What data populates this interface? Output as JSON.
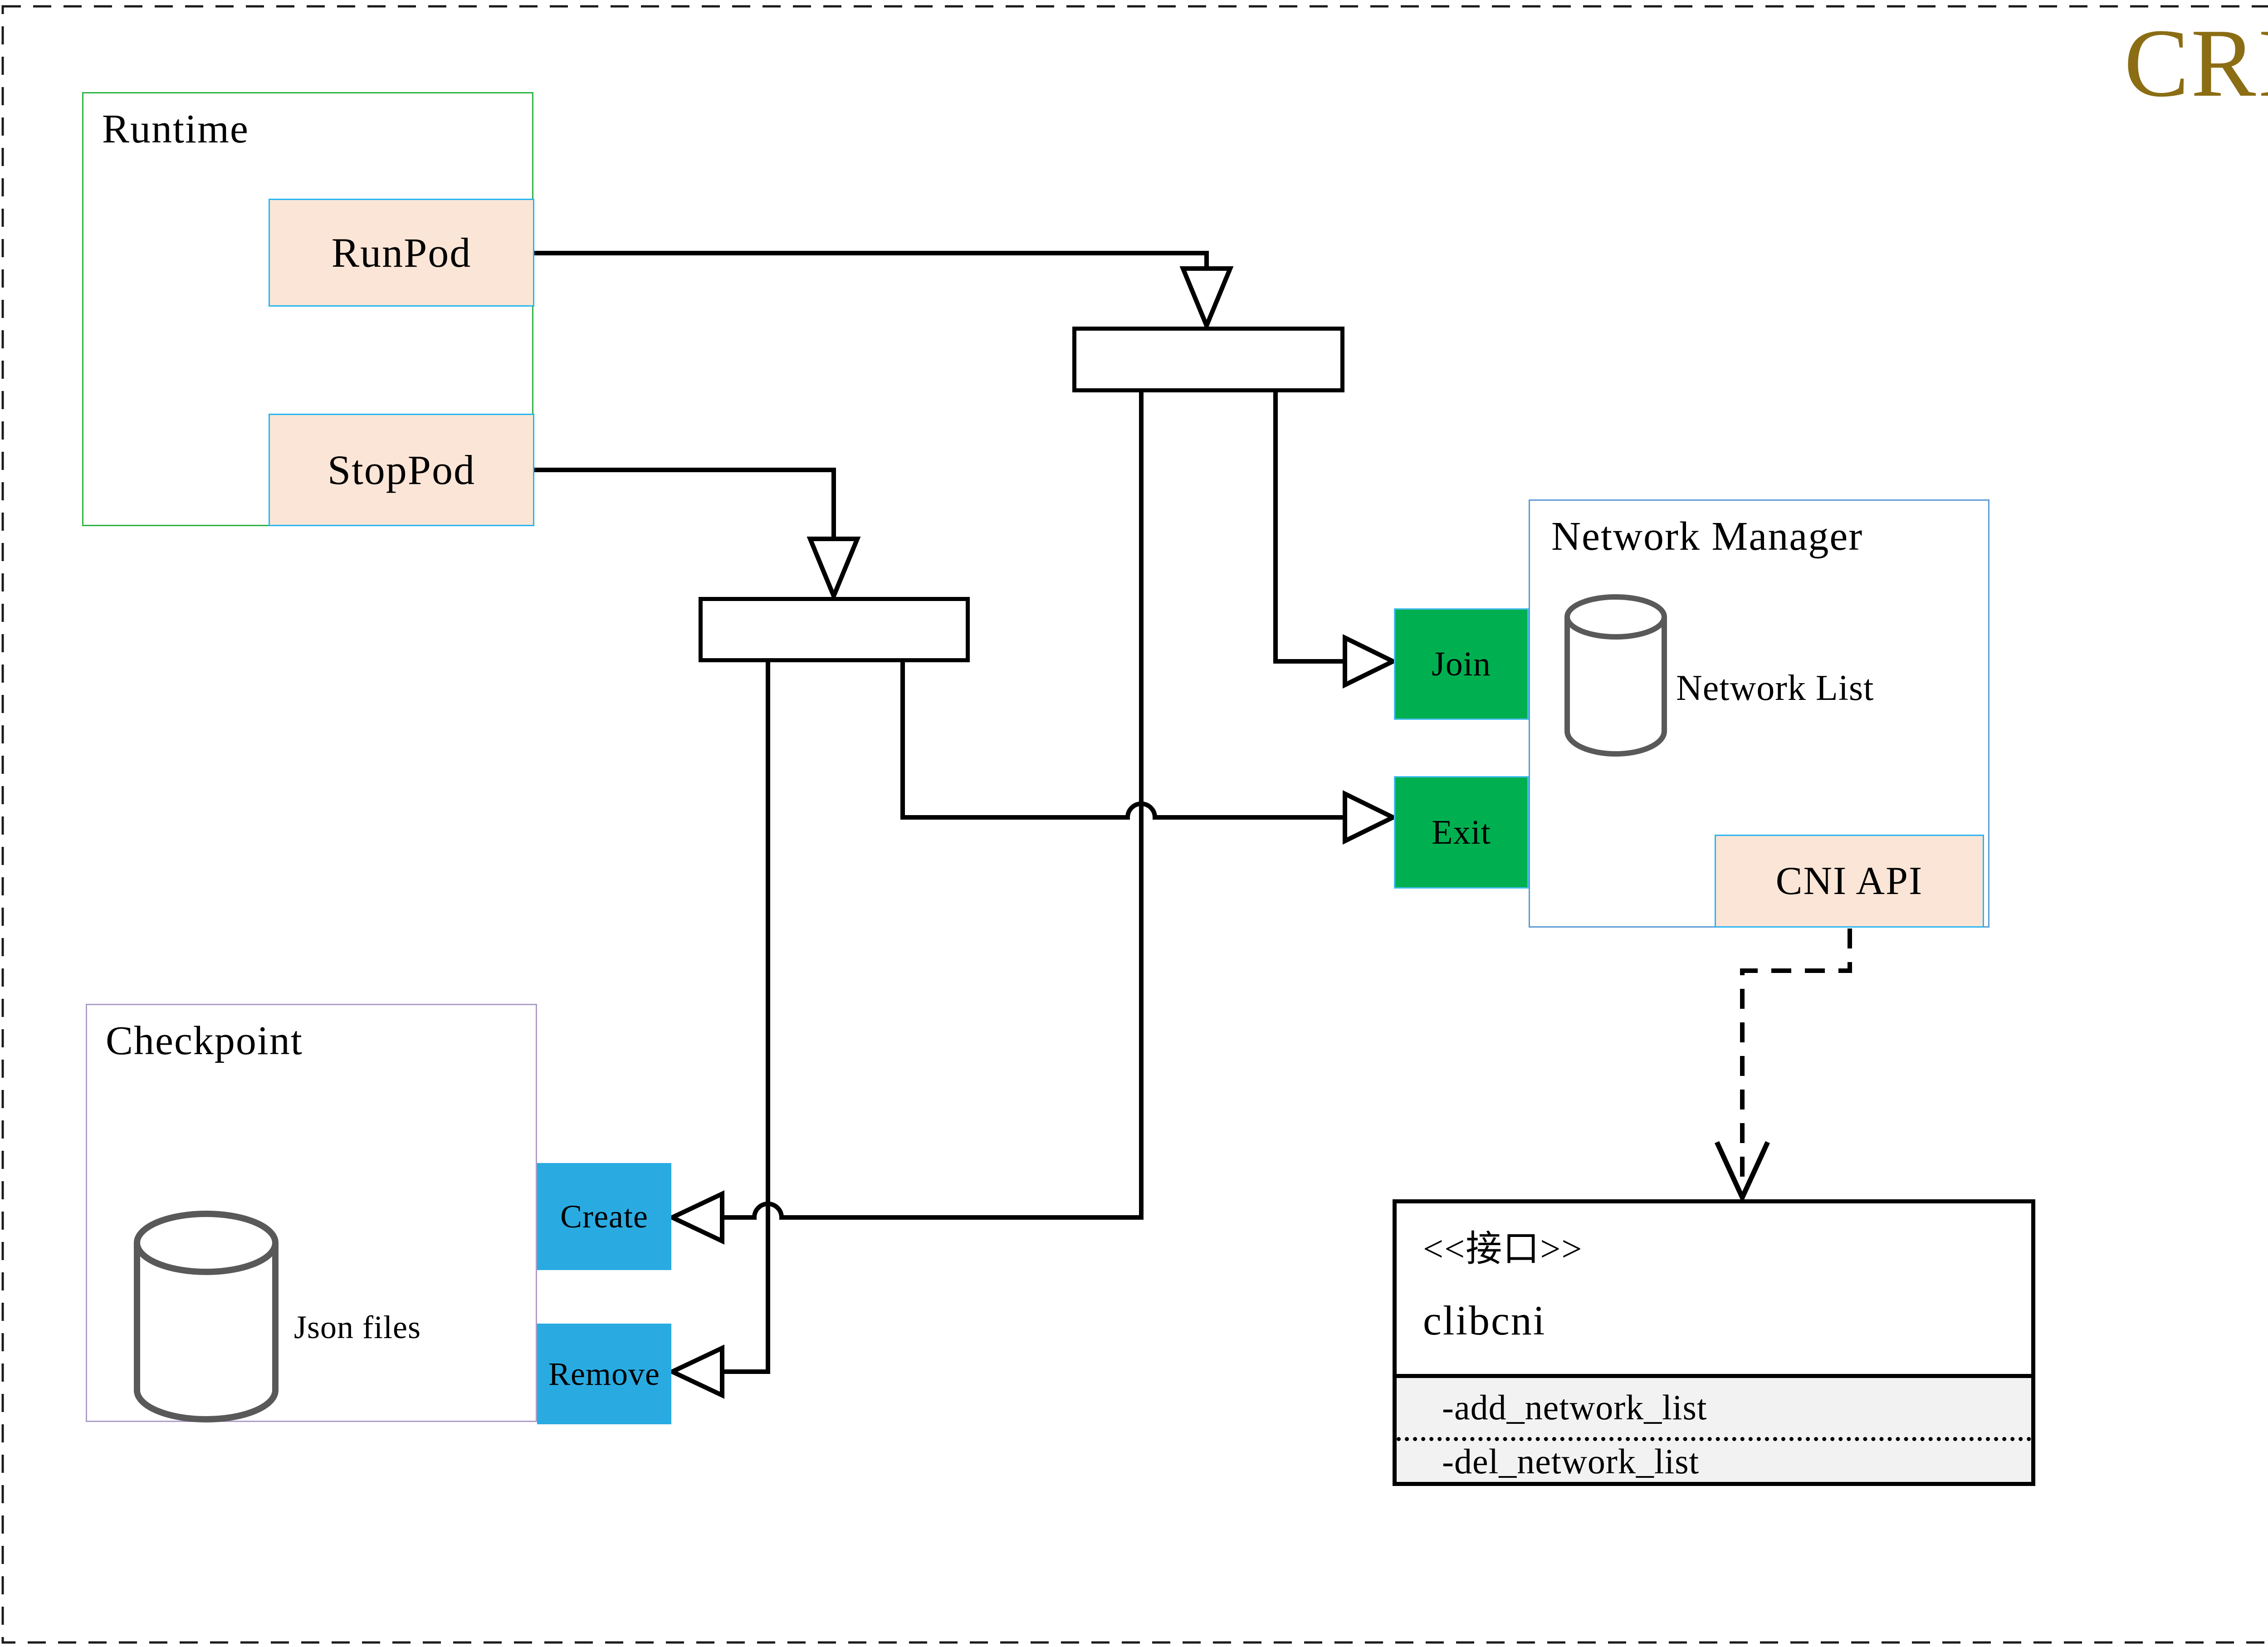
{
  "diagram_title": "CRI",
  "runtime": {
    "title": "Runtime",
    "run_pod": "RunPod",
    "stop_pod": "StopPod"
  },
  "network_manager": {
    "title": "Network Manager",
    "join": "Join",
    "exit": "Exit",
    "network_list": "Network List",
    "cni_api": "CNI API"
  },
  "checkpoint": {
    "title": "Checkpoint",
    "json_files": "Json files",
    "create": "Create",
    "remove": "Remove"
  },
  "clibcni": {
    "stereotype": "<<接口>>",
    "name": "clibcni",
    "method_add": "-add_network_list",
    "method_del": "-del_network_list"
  },
  "colors": {
    "title_gold": "#8B6D14",
    "runtime_border_green": "#2FB344",
    "network_manager_border_blue": "#5B9BD5",
    "checkpoint_border_purple": "#AE9EC8",
    "accent_cyan_border": "#29B6F0",
    "peach_fill": "#FBE5D6",
    "green_fill": "#00B050",
    "cyan_fill": "#29ABE2",
    "interface_section_gray": "#F2F2F2",
    "cylinder_stroke": "#595959",
    "line_black": "#000000"
  }
}
